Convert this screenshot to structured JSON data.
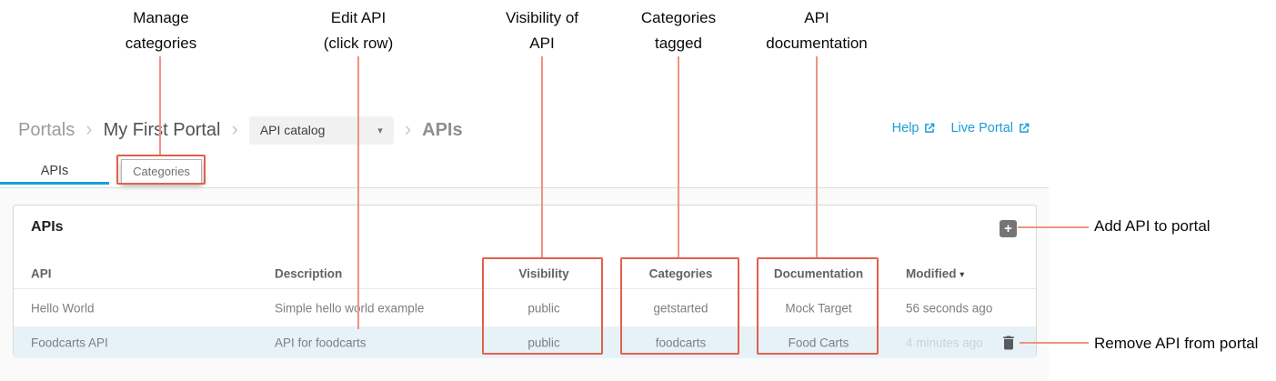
{
  "colors": {
    "annotation_box_red": "#e2604d",
    "annotation_line_red": "#f09384",
    "link_blue": "#1d9cd8",
    "tab_active_blue": "#1b9ed9",
    "row_highlight_blue": "#e7f2f8",
    "add_button_gray": "#757575",
    "panel_background": "#ffffff",
    "content_background": "#fafafa"
  },
  "callouts": {
    "manage": {
      "line1": "Manage",
      "line2": "categories"
    },
    "edit": {
      "line1": "Edit API",
      "line2": "(click row)"
    },
    "visibility": {
      "line1": "Visibility of",
      "line2": "API"
    },
    "categories": {
      "line1": "Categories",
      "line2": "tagged"
    },
    "documentation": {
      "line1": "API",
      "line2": "documentation"
    },
    "add": "Add API to portal",
    "remove": "Remove API from portal"
  },
  "breadcrumb": {
    "portals": "Portals",
    "portal_name": "My First Portal",
    "dropdown_value": "API catalog",
    "current": "APIs",
    "separator": "›"
  },
  "links": {
    "help": "Help",
    "live_portal": "Live Portal"
  },
  "tabs": {
    "apis": "APIs",
    "categories": "Categories"
  },
  "panel": {
    "title": "APIs"
  },
  "icons": {
    "plus": "+",
    "dropdown_caret": "▾",
    "sort_desc": "▾"
  },
  "table": {
    "headers": {
      "api": "API",
      "description": "Description",
      "visibility": "Visibility",
      "categories": "Categories",
      "documentation": "Documentation",
      "modified": "Modified"
    },
    "rows": [
      {
        "api": "Hello World",
        "description": "Simple hello world example",
        "visibility": "public",
        "categories": "getstarted",
        "documentation": "Mock Target",
        "modified": "56 seconds ago"
      },
      {
        "api": "Foodcarts API",
        "description": "API for foodcarts",
        "visibility": "public",
        "categories": "foodcarts",
        "documentation": "Food Carts",
        "modified": "4 minutes ago"
      }
    ]
  }
}
